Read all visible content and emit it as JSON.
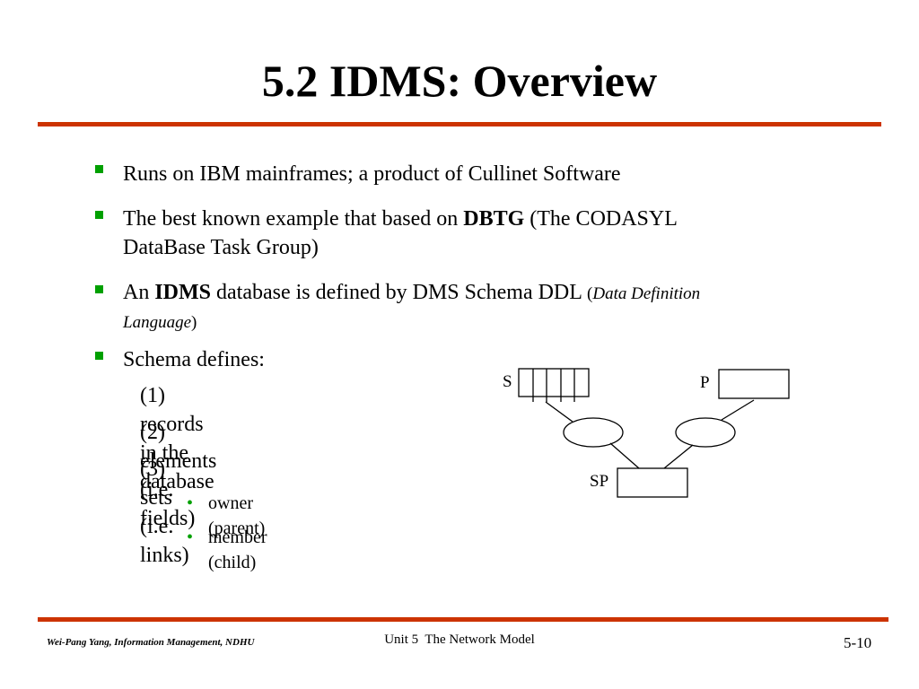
{
  "title": "5.2 IDMS: Overview",
  "bullets": {
    "b1": "Runs on IBM mainframes; a product of Cullinet Software",
    "b2_pre": "The best known example that based on ",
    "b2_bold": "DBTG",
    "b2_post": " (The CODASYL",
    "b2_line2": "DataBase Task Group)",
    "b3_pre": "An ",
    "b3_bold": "IDMS",
    "b3_post": " database is defined by DMS Schema DDL ",
    "b3_paren_open": "(",
    "b3_italic1": "Data Definition",
    "b3_italic2": "Language",
    "b3_paren_close": ")",
    "b4": "Schema defines:",
    "sub1": "(1) records in the database",
    "sub2": "(2) elements (i.e. fields)",
    "sub3": "(3) sets (i.e. links)",
    "subsub1": "owner (parent)",
    "subsub2": "member (child)"
  },
  "diagram": {
    "label_s": "S",
    "label_p": "P",
    "label_sp": "SP"
  },
  "footer": {
    "left": "Wei-Pang Yang, Information Management, NDHU",
    "center": "Unit 5  The Network Model",
    "right": "5-10"
  },
  "colors": {
    "rule": "#cc3300",
    "bullet": "#00a000"
  }
}
